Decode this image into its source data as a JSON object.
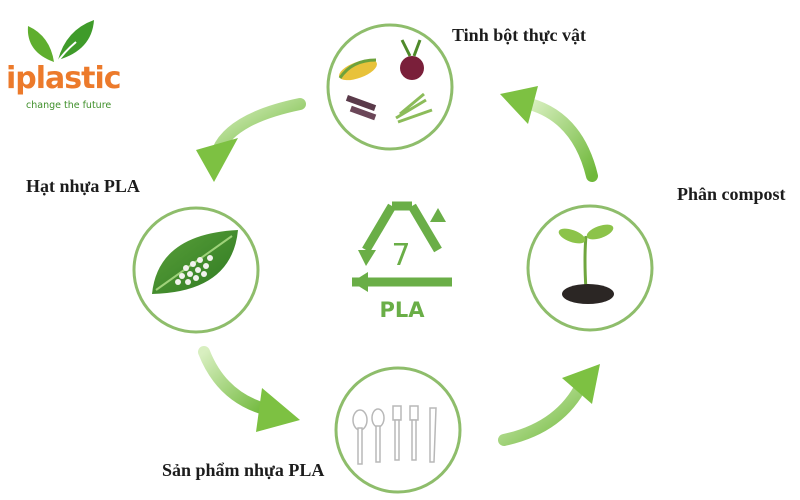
{
  "logo": {
    "word": "iplastic",
    "tagline": "change the future"
  },
  "stages": {
    "starch": "Tinh bột thực vật",
    "pellet": "Hạt nhựa PLA",
    "compost": "Phân compost",
    "product": "Sản phẩm nhựa PLA"
  },
  "recycle": {
    "number": "7",
    "code": "PLA"
  },
  "colors": {
    "ring": "#8ebd6b",
    "arrow": "#7dc142",
    "symbol": "#6aae47",
    "logo_orange": "#ec7a2b",
    "logo_green": "#3f8f2a"
  }
}
